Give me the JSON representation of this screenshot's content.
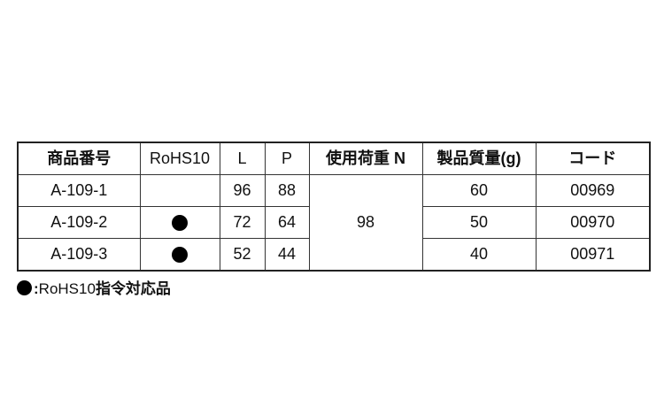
{
  "table": {
    "headers": {
      "product_no": "商品番号",
      "rohs": "RoHS10",
      "L": "L",
      "P": "P",
      "load": "使用荷重 N",
      "mass": "製品質量(g)",
      "code": "コード"
    },
    "rows": [
      {
        "product_no": "A-109-1",
        "rohs": false,
        "L": "96",
        "P": "88",
        "mass": "60",
        "code": "00969"
      },
      {
        "product_no": "A-109-2",
        "rohs": true,
        "L": "72",
        "P": "64",
        "mass": "50",
        "code": "00970"
      },
      {
        "product_no": "A-109-3",
        "rohs": true,
        "L": "52",
        "P": "44",
        "mass": "40",
        "code": "00971"
      }
    ],
    "load_merged_value": "98"
  },
  "note": {
    "symbol": "black-circle-icon",
    "colon": ":",
    "text_latin": "RoHS10",
    "text_jp": "指令対応品"
  }
}
